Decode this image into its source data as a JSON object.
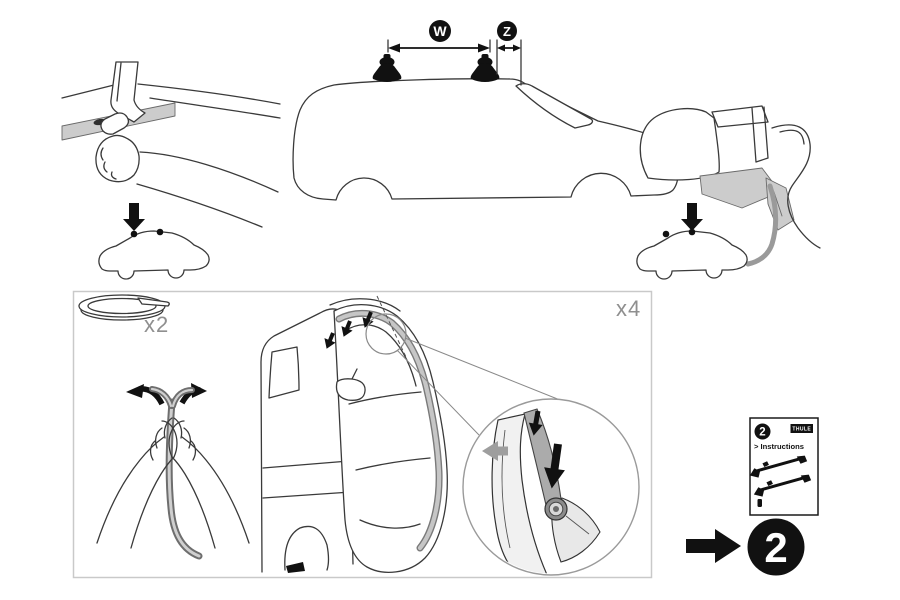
{
  "dimension_diagram": {
    "width_label": "W",
    "offset_label": "Z"
  },
  "parts": {
    "strip_quantity": "x2",
    "cover_quantity": "x4"
  },
  "instruction_card": {
    "step_badge": "2",
    "brand": "THULE",
    "title": "> Instructions"
  },
  "step_indicator": {
    "number": "2"
  },
  "icons": {
    "w_marker": "black-circle-letter-badge",
    "z_marker": "black-circle-letter-badge",
    "press_arrow": "down-arrow",
    "pull_arrows": "curved-outward-arrows",
    "insert_arrows": "down-arrows",
    "release_arrow": "gray-left-arrow",
    "step_arrow": "right-arrow",
    "step_circle": "numbered-black-circle"
  },
  "colors": {
    "line_art": "#3a3a3a",
    "solid_black": "#111111",
    "shade_gray": "#cccccc",
    "seal_gray": "#b0b0b0",
    "label_gray": "#8f8f8f",
    "panel_border": "#c9c9c9",
    "background": "#ffffff"
  }
}
